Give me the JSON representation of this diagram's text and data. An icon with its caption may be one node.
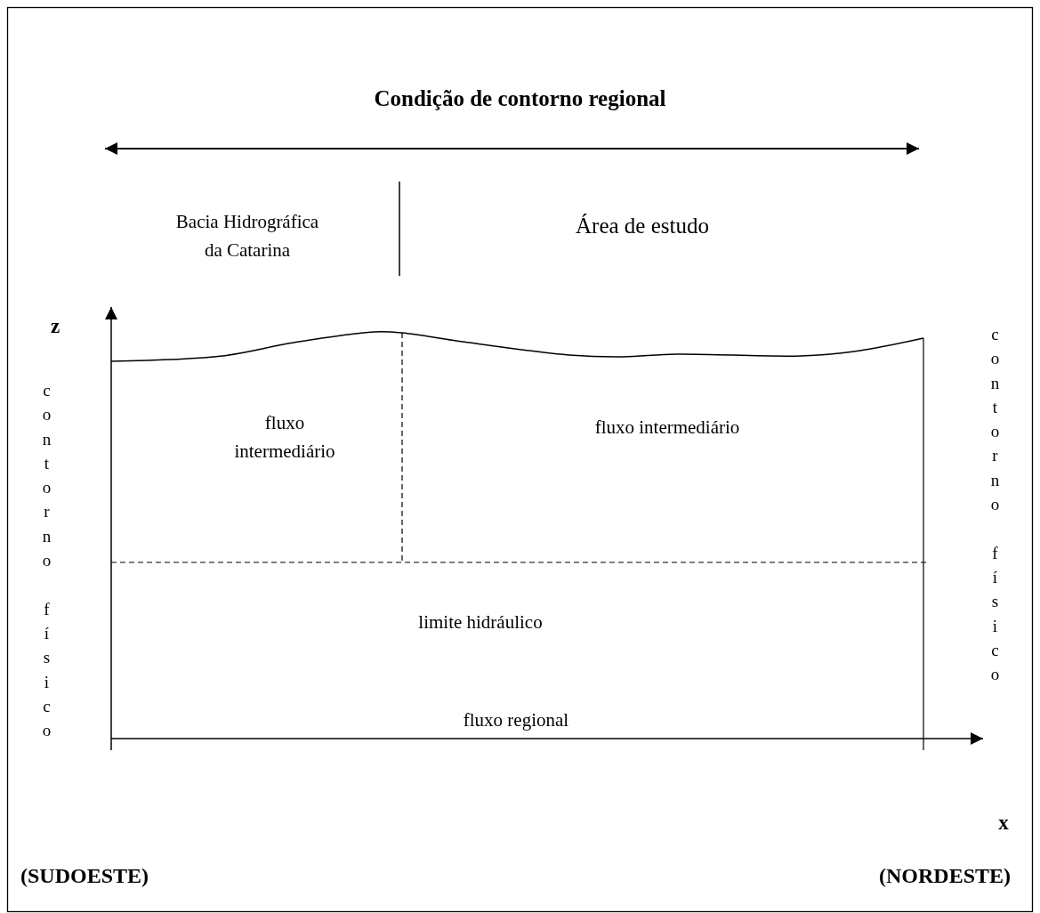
{
  "diagram": {
    "title": "Condição de contorno regional",
    "labels": [
      "Bacia Hidrográfica da Catarina",
      "Área de estudo",
      "z",
      "contorno físico",
      "contorno físico",
      "fluxo intermediário",
      "fluxo intermediário",
      "limite hidráulico",
      "fluxo regional",
      "x",
      "(SUDOESTE)",
      "(NORDESTE)"
    ]
  }
}
